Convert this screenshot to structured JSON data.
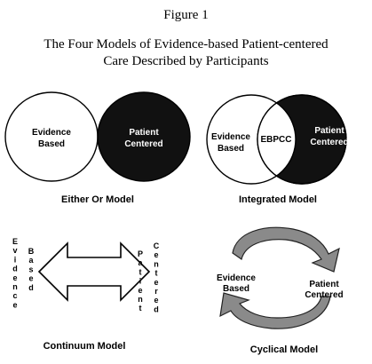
{
  "figure_label": "Figure 1",
  "title_line1": "The Four Models of Evidence-based Patient-centered",
  "title_line2": "Care Described by Participants",
  "models": {
    "either_or": {
      "caption": "Either Or Model",
      "left_line1": "Evidence",
      "left_line2": "Based",
      "right_line1": "Patient",
      "right_line2": "Centered"
    },
    "integrated": {
      "caption": "Integrated Model",
      "left_line1": "Evidence",
      "left_line2": "Based",
      "center": "EBPCC",
      "right_line1": "Patient",
      "right_line2": "Centered"
    },
    "continuum": {
      "caption": "Continuum Model",
      "evidence_letters": [
        "E",
        "v",
        "i",
        "d",
        "e",
        "n",
        "c",
        "e"
      ],
      "based_letters": [
        "B",
        "a",
        "s",
        "e",
        "d"
      ],
      "patient_letters": [
        "P",
        "a",
        "t",
        "i",
        "e",
        "n",
        "t"
      ],
      "centered_letters": [
        "C",
        "e",
        "n",
        "t",
        "e",
        "r",
        "e",
        "d"
      ]
    },
    "cyclical": {
      "caption": "Cyclical Model",
      "left_line1": "Evidence",
      "left_line2": "Based",
      "right_line1": "Patient",
      "right_line2": "Centered"
    }
  }
}
